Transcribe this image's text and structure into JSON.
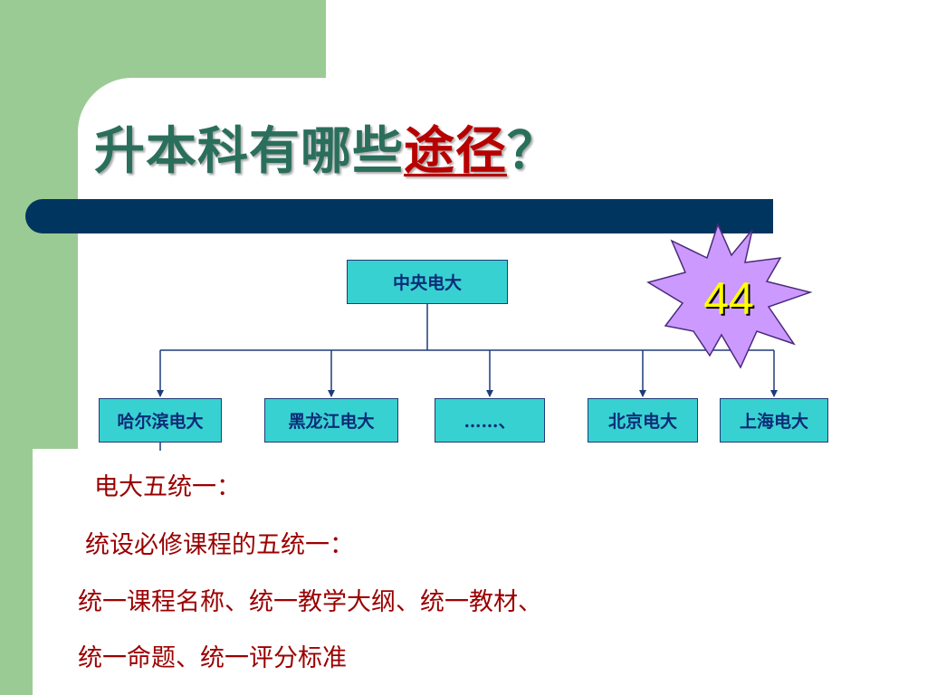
{
  "slide": {
    "title_main": "升本科有哪些",
    "title_highlight": "途径",
    "title_suffix": "？"
  },
  "badge": {
    "value": "44",
    "fill": "#cc99ff",
    "text_color": "#ffff00"
  },
  "org_chart": {
    "root": "中央电大",
    "children": [
      "哈尔滨电大",
      "黑龙江电大",
      "……、",
      "北京电大",
      "上海电大"
    ],
    "box_color": "#38d1d1",
    "text_color": "#0c2c78"
  },
  "body": {
    "line1": "电大五统一：",
    "line2": "统设必修课程的五统一：",
    "line3": "统一课程名称、统一教学大纲、统一教材、",
    "line4": "统一命题、统一评分标准",
    "color": "#9b0000"
  },
  "colors": {
    "green_band": "#9bcb94",
    "navy_bar": "#00355f",
    "title_color": "#2a6f5b",
    "title_highlight": "#b80000"
  }
}
